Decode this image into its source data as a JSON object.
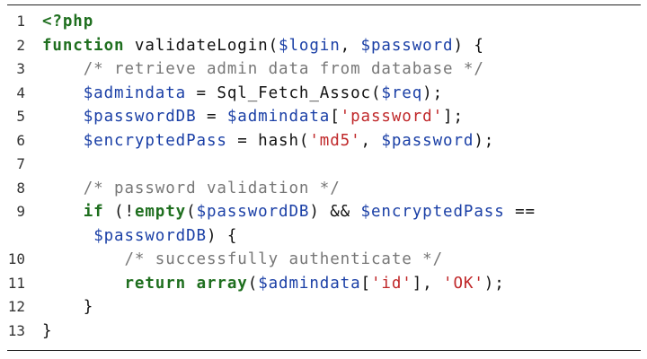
{
  "lines": [
    {
      "no": "1",
      "tokens": [
        [
          "kw",
          "<?php"
        ]
      ]
    },
    {
      "no": "2",
      "tokens": [
        [
          "kw",
          "function"
        ],
        [
          "pl",
          " validateLogin("
        ],
        [
          "va",
          "$login"
        ],
        [
          "pl",
          ", "
        ],
        [
          "va",
          "$password"
        ],
        [
          "pl",
          ") {"
        ]
      ]
    },
    {
      "no": "3",
      "tokens": [
        [
          "pl",
          "    "
        ],
        [
          "cm",
          "/* retrieve admin data from database */"
        ]
      ]
    },
    {
      "no": "4",
      "tokens": [
        [
          "pl",
          "    "
        ],
        [
          "va",
          "$admindata"
        ],
        [
          "pl",
          " = Sql_Fetch_Assoc("
        ],
        [
          "va",
          "$req"
        ],
        [
          "pl",
          ");"
        ]
      ]
    },
    {
      "no": "5",
      "tokens": [
        [
          "pl",
          "    "
        ],
        [
          "va",
          "$passwordDB"
        ],
        [
          "pl",
          " = "
        ],
        [
          "va",
          "$admindata"
        ],
        [
          "pl",
          "["
        ],
        [
          "st",
          "'password'"
        ],
        [
          "pl",
          "];"
        ]
      ]
    },
    {
      "no": "6",
      "tokens": [
        [
          "pl",
          "    "
        ],
        [
          "va",
          "$encryptedPass"
        ],
        [
          "pl",
          " = hash("
        ],
        [
          "st",
          "'md5'"
        ],
        [
          "pl",
          ", "
        ],
        [
          "va",
          "$password"
        ],
        [
          "pl",
          ");"
        ]
      ]
    },
    {
      "no": "7",
      "tokens": []
    },
    {
      "no": "8",
      "tokens": [
        [
          "pl",
          "    "
        ],
        [
          "cm",
          "/* password validation */"
        ]
      ]
    },
    {
      "no": "9",
      "tokens": [
        [
          "pl",
          "    "
        ],
        [
          "kw",
          "if"
        ],
        [
          "pl",
          " (!"
        ],
        [
          "kw",
          "empty"
        ],
        [
          "pl",
          "("
        ],
        [
          "va",
          "$passwordDB"
        ],
        [
          "pl",
          ") && "
        ],
        [
          "va",
          "$encryptedPass"
        ],
        [
          "pl",
          " =="
        ]
      ]
    },
    {
      "no": "",
      "tokens": [
        [
          "pl",
          "     "
        ],
        [
          "va",
          "$passwordDB"
        ],
        [
          "pl",
          ") {"
        ]
      ]
    },
    {
      "no": "10",
      "tokens": [
        [
          "pl",
          "        "
        ],
        [
          "cm",
          "/* successfully authenticate */"
        ]
      ]
    },
    {
      "no": "11",
      "tokens": [
        [
          "pl",
          "        "
        ],
        [
          "kw",
          "return"
        ],
        [
          "pl",
          " "
        ],
        [
          "kw",
          "array"
        ],
        [
          "pl",
          "("
        ],
        [
          "va",
          "$admindata"
        ],
        [
          "pl",
          "["
        ],
        [
          "st",
          "'id'"
        ],
        [
          "pl",
          "], "
        ],
        [
          "st",
          "'OK'"
        ],
        [
          "pl",
          ");"
        ]
      ]
    },
    {
      "no": "12",
      "tokens": [
        [
          "pl",
          "    }"
        ]
      ]
    },
    {
      "no": "13",
      "tokens": [
        [
          "pl",
          "}"
        ]
      ]
    }
  ],
  "colors": {
    "keyword": "#1f6f1f",
    "variable": "#1a3fa6",
    "string": "#c0282a",
    "comment": "#777777",
    "plain": "#111111"
  }
}
